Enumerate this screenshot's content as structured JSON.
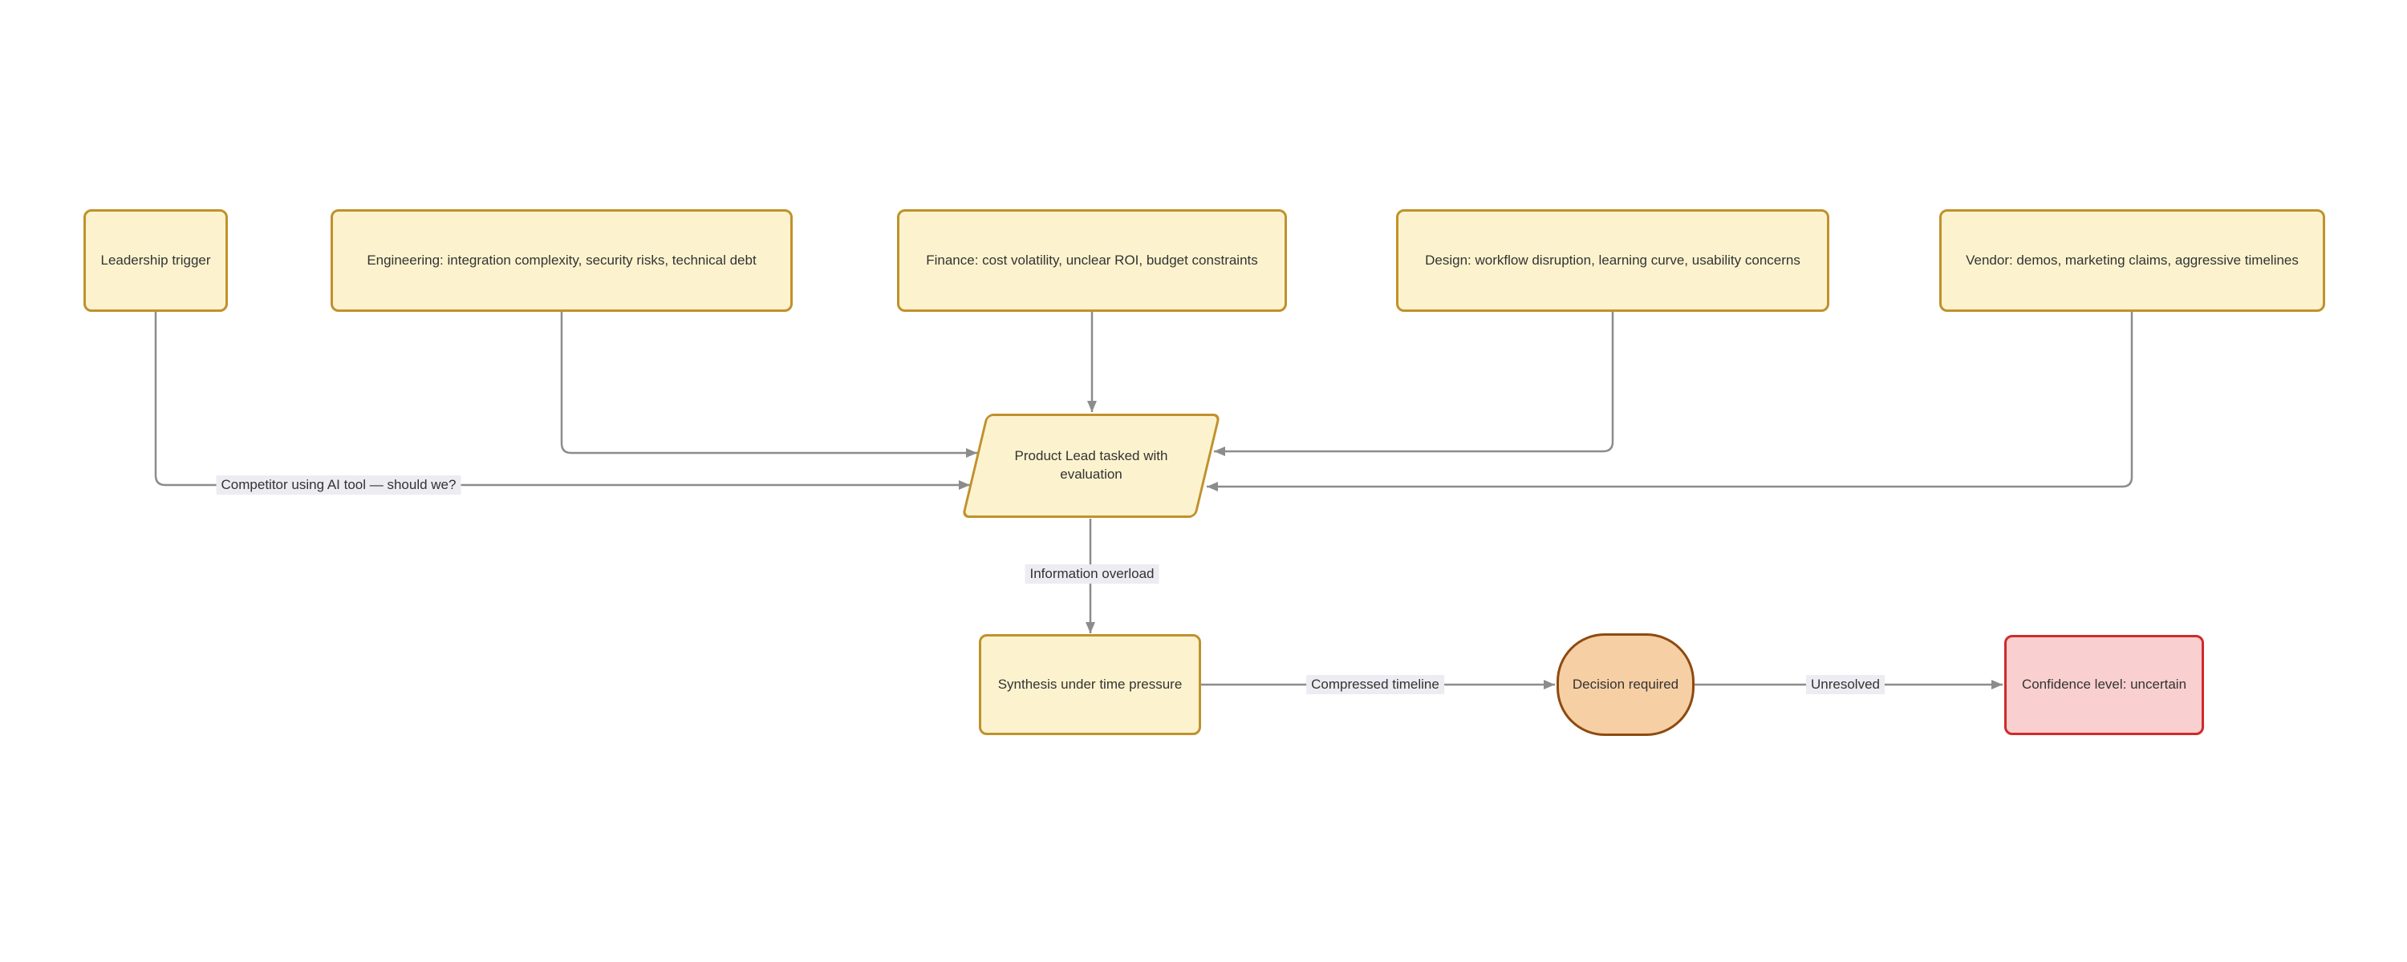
{
  "diagram": {
    "type": "flowchart",
    "colors": {
      "yellow_fill": "#FCF3CE",
      "yellow_stroke": "#C0912C",
      "orange_fill": "#F6CFA4",
      "orange_stroke": "#8E4A10",
      "pink_fill": "#F9D0CF",
      "pink_stroke": "#D02A2A",
      "edge_color": "#8C8C8C",
      "text_color": "#333333",
      "label_bg": "#ECECF2"
    },
    "nodes": {
      "leadership": {
        "label": "Leadership trigger",
        "shape": "rect"
      },
      "engineering": {
        "label": "Engineering: integration complexity, security risks, technical debt",
        "shape": "rect"
      },
      "finance": {
        "label": "Finance: cost volatility, unclear ROI, budget constraints",
        "shape": "rect"
      },
      "design": {
        "label": "Design: workflow disruption, learning curve, usability concerns",
        "shape": "rect"
      },
      "vendor": {
        "label": "Vendor: demos, marketing claims, aggressive timelines",
        "shape": "rect"
      },
      "product_lead": {
        "label": "Product Lead tasked with evaluation",
        "shape": "parallelogram"
      },
      "synthesis": {
        "label": "Synthesis under time pressure",
        "shape": "rect"
      },
      "decision": {
        "label": "Decision required",
        "shape": "circle"
      },
      "confidence": {
        "label": "Confidence level: uncertain",
        "shape": "alert-rect"
      }
    },
    "edges": [
      {
        "from": "leadership",
        "to": "product_lead",
        "label": "Competitor using AI tool — should we?"
      },
      {
        "from": "engineering",
        "to": "product_lead",
        "label": ""
      },
      {
        "from": "finance",
        "to": "product_lead",
        "label": ""
      },
      {
        "from": "design",
        "to": "product_lead",
        "label": ""
      },
      {
        "from": "vendor",
        "to": "product_lead",
        "label": ""
      },
      {
        "from": "product_lead",
        "to": "synthesis",
        "label": "Information overload"
      },
      {
        "from": "synthesis",
        "to": "decision",
        "label": "Compressed timeline"
      },
      {
        "from": "decision",
        "to": "confidence",
        "label": "Unresolved"
      }
    ]
  }
}
